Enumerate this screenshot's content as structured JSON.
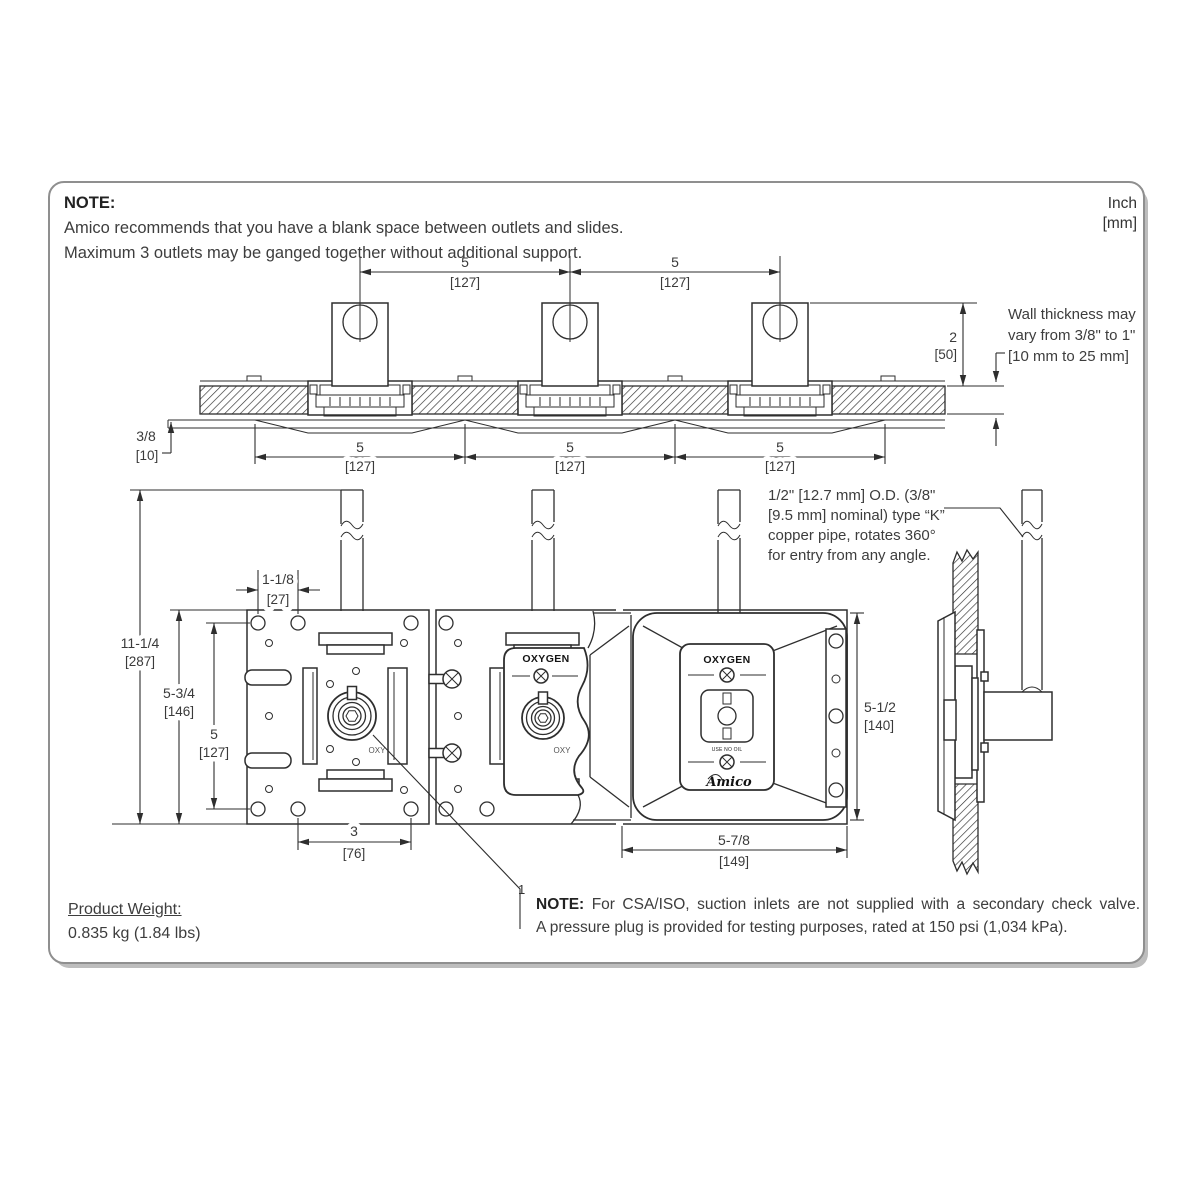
{
  "colors": {
    "line": "#2e2e2e",
    "text": "#3d3d3d",
    "frame_border": "#8f8f8f"
  },
  "units": {
    "line1": "Inch",
    "line2": "[mm]"
  },
  "header_note": {
    "title": "NOTE:",
    "line1": "Amico recommends that you have a blank space between outlets and slides.",
    "line2": "Maximum 3 outlets may be ganged together without additional support."
  },
  "wall_note": {
    "line1": "Wall thickness may",
    "line2": "vary from 3/8\" to 1\"",
    "line3": "[10 mm to 25 mm]"
  },
  "pipe_note": {
    "line1": "1/2\" [12.7 mm] O.D. (3/8\"",
    "line2": "[9.5 mm] nominal) type “K”",
    "line3": "copper pipe, rotates 360°",
    "line4": "for entry from any angle."
  },
  "dims": {
    "spacing": {
      "in": "5",
      "mm": "[127]"
    },
    "offset2": {
      "in": "2",
      "mm": "[50]"
    },
    "slide38": {
      "in": "3/8",
      "mm": "[10]"
    },
    "hole118": {
      "in": "1-1/8",
      "mm": "[27]"
    },
    "overall": {
      "in": "11-1/4",
      "mm": "[287]"
    },
    "plate534": {
      "in": "5-3/4",
      "mm": "[146]"
    },
    "holes5": {
      "in": "5",
      "mm": "[127]"
    },
    "face512": {
      "in": "5-1/2",
      "mm": "[140]"
    },
    "holes3": {
      "in": "3",
      "mm": "[76]"
    },
    "face578": {
      "in": "5-7/8",
      "mm": "[149]"
    }
  },
  "outlet_labels": {
    "gas": "OXYGEN",
    "gas_short": "OXY",
    "use_no_oil": "USE NO OIL",
    "brand": "Amico"
  },
  "footer_note": {
    "marker": "1",
    "bold": "NOTE:",
    "line1": "For CSA/ISO, suction inlets are not supplied with a secondary check valve.",
    "line2": "A pressure plug is provided for testing purposes, rated at 150 psi (1,034 kPa)."
  },
  "product_weight": {
    "label": "Product Weight:",
    "value": "0.835 kg (1.84 lbs)"
  }
}
